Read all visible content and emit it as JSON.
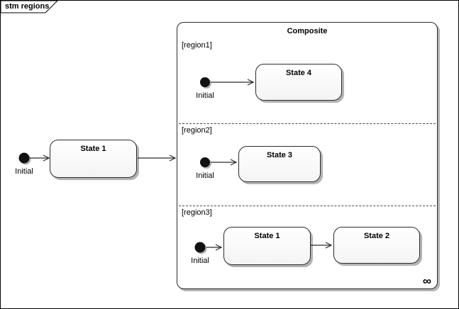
{
  "frame": {
    "label": "stm regions"
  },
  "outer": {
    "initial_label": "Initial",
    "state1_label": "State 1"
  },
  "composite": {
    "title": "Composite",
    "decomposition_symbol": "∞",
    "regions": [
      {
        "label": "[region1]",
        "initial_label": "Initial",
        "states": [
          {
            "label": "State 4"
          }
        ]
      },
      {
        "label": "[region2]",
        "initial_label": "Initial",
        "states": [
          {
            "label": "State 3"
          }
        ]
      },
      {
        "label": "[region3]",
        "initial_label": "Initial",
        "states": [
          {
            "label": "State 1"
          },
          {
            "label": "State 2"
          }
        ]
      }
    ]
  },
  "colors": {
    "line": "#2b2b2b",
    "shadow": "#b3b3b3",
    "background": "#ffffff"
  }
}
